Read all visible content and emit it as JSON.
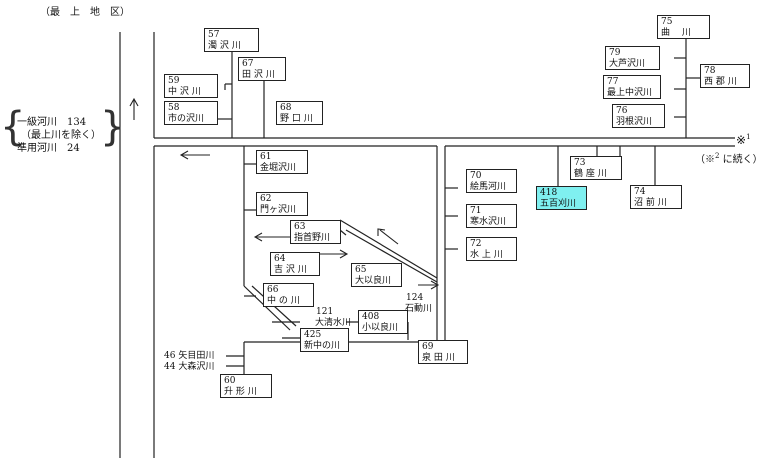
{
  "region_title": "（最　上　地　区）",
  "summary": {
    "line1": "一級河川　134",
    "line2": "（最上川を除く）",
    "line3": "準用河川　24"
  },
  "continuation": {
    "mark": "※",
    "sup": "1",
    "note_pre": "（※",
    "note_sup": "2",
    "note_post": " に続く）"
  },
  "rivers": {
    "r57": {
      "num": "57",
      "name": "濁 沢 川"
    },
    "r59": {
      "num": "59",
      "name": "中 沢 川"
    },
    "r58": {
      "num": "58",
      "name": "市の沢川"
    },
    "r67": {
      "num": "67",
      "name": "田 沢 川"
    },
    "r68": {
      "num": "68",
      "name": "野 口 川"
    },
    "r75": {
      "num": "75",
      "name": "曲　 川"
    },
    "r79": {
      "num": "79",
      "name": "大芦沢川"
    },
    "r78": {
      "num": "78",
      "name": "西 郡 川"
    },
    "r77": {
      "num": "77",
      "name": "最上中沢川"
    },
    "r76": {
      "num": "76",
      "name": "羽根沢川"
    },
    "r61": {
      "num": "61",
      "name": "金堀沢川"
    },
    "r62": {
      "num": "62",
      "name": "門ヶ沢川"
    },
    "r63": {
      "num": "63",
      "name": "指首野川"
    },
    "r64": {
      "num": "64",
      "name": "吉 沢 川"
    },
    "r65": {
      "num": "65",
      "name": "大以良川"
    },
    "r66": {
      "num": "66",
      "name": "中 の 川"
    },
    "r408": {
      "num": "408",
      "name": "小以良川"
    },
    "r425": {
      "num": "425",
      "name": "新中の川"
    },
    "r60": {
      "num": "60",
      "name": "升 形 川"
    },
    "r69": {
      "num": "69",
      "name": "泉 田 川"
    },
    "r70": {
      "num": "70",
      "name": "絵馬河川"
    },
    "r71": {
      "num": "71",
      "name": "寒水沢川"
    },
    "r72": {
      "num": "72",
      "name": "水 上 川"
    },
    "r418": {
      "num": "418",
      "name": "五百刈川"
    },
    "r73": {
      "num": "73",
      "name": "鶴 座 川"
    },
    "r74": {
      "num": "74",
      "name": "沼 前 川"
    }
  },
  "unboxed": {
    "r121": "121",
    "r121_name": "大清水川",
    "r124": "124",
    "r124_name": "石動川",
    "r46": "46 矢目田川",
    "r44": "44 大森沢川"
  },
  "colors": {
    "line": "#222222",
    "highlight": "#7ff0f0"
  }
}
